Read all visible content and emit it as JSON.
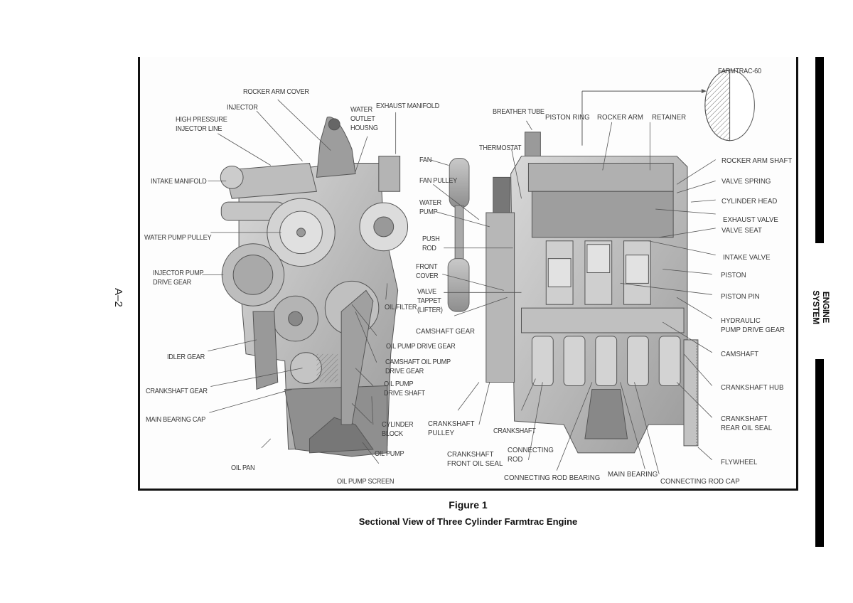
{
  "page": {
    "page_number": "A–2",
    "section_tab": "ENGINE SYSTEM"
  },
  "figure": {
    "number": "Figure 1",
    "title": "Sectional View of Three Cylinder Farmtrac Engine",
    "inset_label": "FARMTRAC-60",
    "front_view_labels": {
      "rocker_arm_cover": "ROCKER ARM COVER",
      "injector": "INJECTOR",
      "high_pressure_injector_line": "HIGH PRESSURE\nINJECTOR LINE",
      "water_outlet_housing": "WATER\nOUTLET\nHOUSNG",
      "exhaust_manifold": "EXHAUST MANIFOLD",
      "intake_manifold": "INTAKE MANIFOLD",
      "water_pump_pulley": "WATER PUMP PULLEY",
      "injector_pump_drive_gear": "INJECTOR PUMP\nDRIVE GEAR",
      "oil_filter": "OIL FILTER",
      "idler_gear": "IDLER GEAR",
      "oil_pump_drive_gear": "OIL PUMP DRIVE GEAR",
      "camshaft_oil_pump_drive_gear": "CAMSHAFT OIL PUMP\nDRIVE GEAR",
      "oil_pump_drive_shaft": "OIL PUMP\nDRIVE SHAFT",
      "crankshaft_gear": "CRANKSHAFT GEAR",
      "main_bearing_cap": "MAIN BEARING CAP",
      "cylinder_block": "CYLINDER\nBLOCK",
      "oil_pump": "OIL PUMP",
      "oil_pan": "OIL PAN",
      "oil_pump_screen": "OIL PUMP SCREEN"
    },
    "side_view_labels": {
      "breather_tube": "BREATHER TUBE",
      "piston_ring": "PISTON RING",
      "rocker_arm": "ROCKER ARM",
      "retainer": "RETAINER",
      "thermostat": "THERMOSTAT",
      "fan": "FAN",
      "fan_pulley": "FAN PULLEY",
      "water_pump": "WATER\nPUMP",
      "push_rod": "PUSH\nROD",
      "front_cover": "FRONT\nCOVER",
      "valve_tappet": "VALVE\nTAPPET\n(LIFTER)",
      "camshaft_gear": "CAMSHAFT GEAR",
      "rocker_arm_shaft": "ROCKER ARM SHAFT",
      "valve_spring": "VALVE SPRING",
      "cylinder_head": "CYLINDER HEAD",
      "exhaust_valve": "EXHAUST VALVE",
      "valve_seat": "VALVE SEAT",
      "intake_valve": "INTAKE VALVE",
      "piston": "PISTON",
      "piston_pin": "PISTON PIN",
      "hydraulic_pump_drive_gear": "HYDRAULIC\nPUMP DRIVE GEAR",
      "camshaft": "CAMSHAFT",
      "crankshaft_hub": "CRANKSHAFT HUB",
      "crankshaft_rear_oil_seal": "CRANKSHAFT\nREAR OIL SEAL",
      "flywheel": "FLYWHEEL",
      "crankshaft_pulley": "CRANKSHAFT\nPULLEY",
      "crankshaft": "CRANKSHAFT",
      "crankshaft_front_oil_seal": "CRANKSHAFT\nFRONT OIL SEAL",
      "connecting_rod": "CONNECTING\nROD",
      "connecting_rod_bearing": "CONNECTING ROD BEARING",
      "main_bearing": "MAIN BEARING",
      "connecting_rod_cap": "CONNECTING ROD CAP"
    }
  }
}
